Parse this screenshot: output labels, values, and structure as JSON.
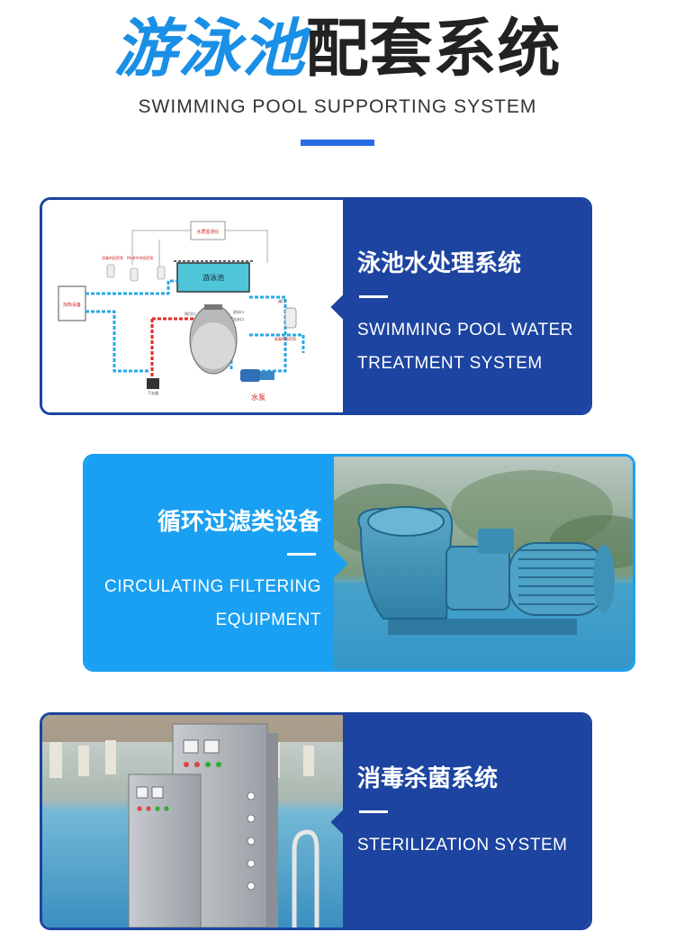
{
  "header": {
    "title_highlight": "游泳池",
    "title_rest": "配套系统",
    "subtitle": "SWIMMING POOL SUPPORTING SYSTEM"
  },
  "sections": [
    {
      "title": "泳池水处理系统",
      "subtitle_en_line1": "SWIMMING POOL WATER",
      "subtitle_en_line2": "TREATMENT SYSTEM",
      "diagram": {
        "pool_label": "游泳池",
        "monitor_label": "水质监测仪",
        "heater_label": "加热设备",
        "drain_label": "下水道",
        "pump_label": "水泵",
        "dosing_label": "絮凝剂投药泵",
        "ph_label": "PH调节剂投药泵",
        "disinfect_label": "消毒剂投药泵",
        "valve_label": "阀门",
        "back_valve_label": "排污口",
        "inlet_label": "进水口",
        "outlet_label": "出水口",
        "colors": {
          "hot_pipe": "#e02a2a",
          "cold_pipe": "#2aa8e6",
          "pool": "#4fc6d8"
        }
      }
    },
    {
      "title": "循环过滤类设备",
      "subtitle_en_line1": "CIRCULATING FILTERING",
      "subtitle_en_line2": "EQUIPMENT"
    },
    {
      "title": "消毒杀菌系统",
      "subtitle_en_line1": "STERILIZATION SYSTEM"
    }
  ],
  "colors": {
    "title_blue": "#1a8fe6",
    "panel_dark": "#1c44a0",
    "panel_light": "#1aa0f2",
    "accent_bar": "#2a6be6"
  }
}
